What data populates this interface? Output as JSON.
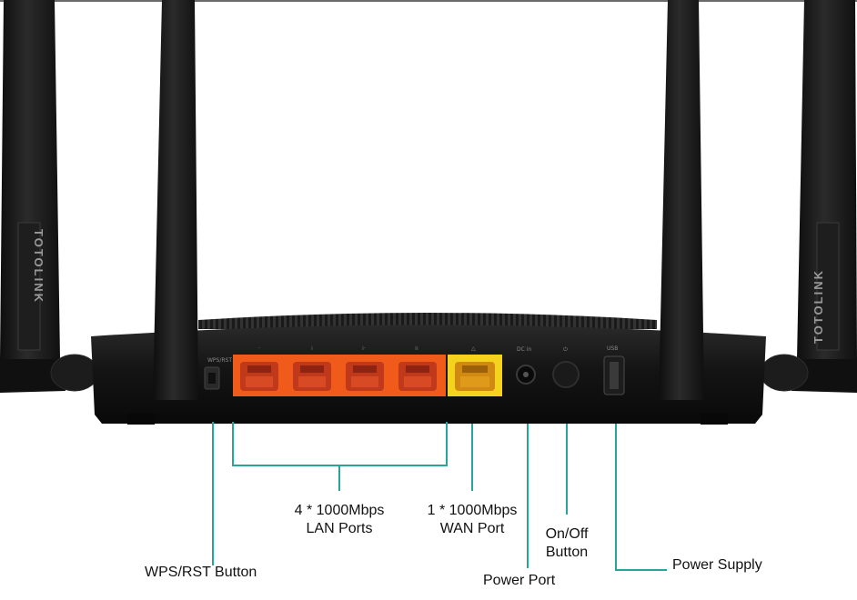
{
  "brand": {
    "logo_text": "TOTOLINK"
  },
  "port_markings": {
    "lan": [
      "·",
      "⁞",
      "⁞·",
      "⁞⁞"
    ],
    "wan": "△",
    "power": "DC in",
    "onoff": "⏻",
    "usb": "USB",
    "wps": "WPS/RST"
  },
  "callouts": {
    "lan": {
      "line1": "4 * 1000Mbps",
      "line2": "LAN Ports"
    },
    "wan": {
      "line1": "1 * 1000Mbps",
      "line2": "WAN Port"
    },
    "onoff": {
      "line1": "On/Off",
      "line2": "Button"
    },
    "wps": "WPS/RST Button",
    "power_port": "Power Port",
    "power_supply": "Power Supply"
  },
  "colors": {
    "lan_ports": "#f05a1a",
    "wan_port": "#f5d21e",
    "leader_lines": "#2aa39b",
    "device_body": "#151515"
  }
}
